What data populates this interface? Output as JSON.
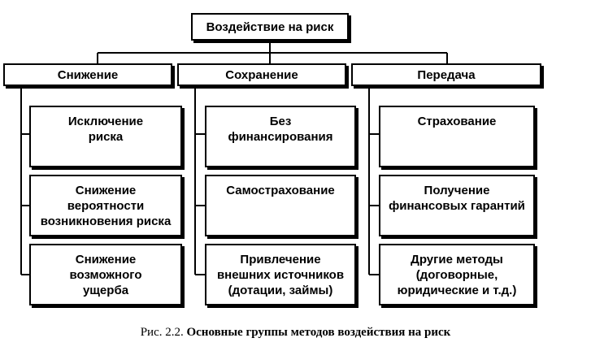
{
  "root": {
    "label": "Воздействие на риск"
  },
  "groups": [
    {
      "label": "Снижение",
      "items": [
        [
          "Исключение",
          "риска"
        ],
        [
          "Снижение",
          "вероятности",
          "возникновения риска"
        ],
        [
          "Снижение",
          "возможного",
          "ущерба"
        ]
      ]
    },
    {
      "label": "Сохранение",
      "items": [
        [
          "Без",
          "финансирования"
        ],
        [
          "Самострахование"
        ],
        [
          "Привлечение",
          "внешних источников",
          "(дотации, займы)"
        ]
      ]
    },
    {
      "label": "Передача",
      "items": [
        [
          "Страхование"
        ],
        [
          "Получение",
          "финансовых гарантий"
        ],
        [
          "Другие методы",
          "(договорные,",
          "юридические и т.д.)"
        ]
      ]
    }
  ],
  "caption": {
    "prefix": "Рис. 2.2.",
    "title": "Основные группы методов воздействия на риск"
  }
}
